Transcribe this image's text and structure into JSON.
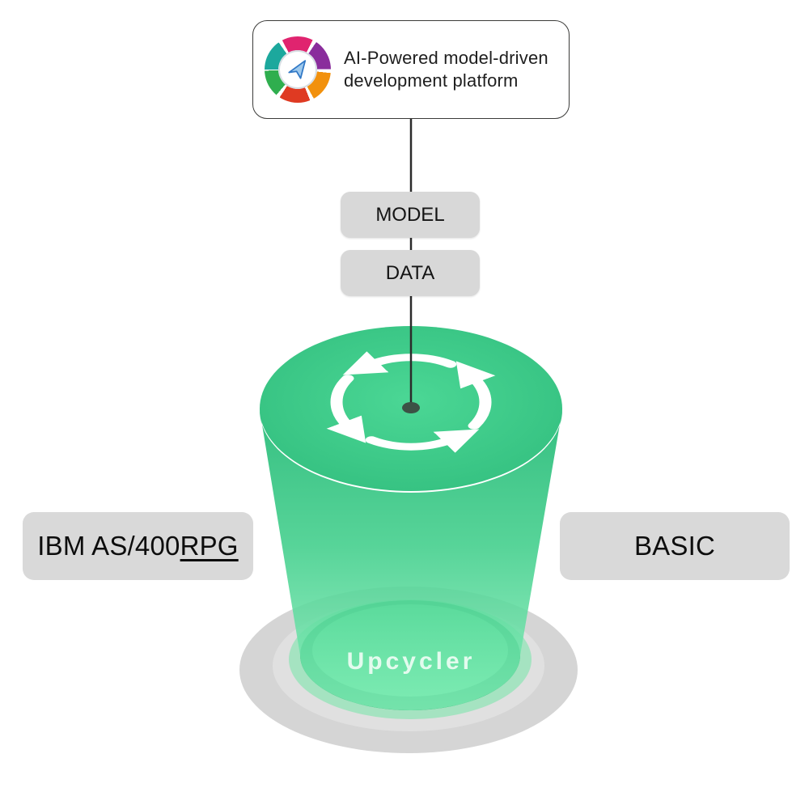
{
  "header_card": {
    "title_line1": "AI-Powered model-driven",
    "title_line2": "development platform",
    "logo_icon": "platform-logo-ring-icon",
    "logo_center_icon": "paper-plane-compass-icon"
  },
  "pipeline": {
    "model_label": "MODEL",
    "data_label": "DATA"
  },
  "legacy_sources": {
    "left_label_prefix": "IBM AS/400 ",
    "left_label_underlined": "RPG",
    "right_label": "BASIC"
  },
  "funnel": {
    "label": "Upcycler",
    "recycle_icon": "recycle-arrows-icon"
  },
  "colors": {
    "funnel_green_top": "#3ECB8B",
    "funnel_green_glow": "#5FE49E",
    "funnel_green_dark_rim": "#23AA68",
    "box_gray": "#D8D8D8",
    "platform_shadow_gray": "#CBCBCB",
    "connector_line": "#2B2B2B",
    "arrow_white": "#FFFFFF"
  }
}
